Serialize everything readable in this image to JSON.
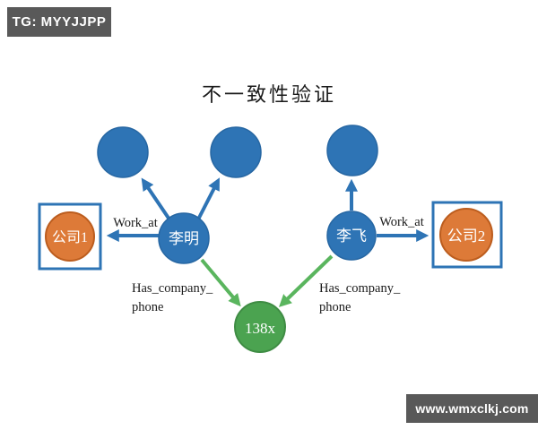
{
  "watermarks": {
    "top_left": "TG: MYYJJPP",
    "bottom_right": "www.wmxclkj.com"
  },
  "title": "不一致性验证",
  "colors": {
    "node_blue": "#2e74b5",
    "node_orange": "#dd7a38",
    "orange_border": "#bc5d1e",
    "node_green": "#4ba350",
    "edge_green": "#5ab55e",
    "company_box_border": "#2e74b5",
    "badge_background": "#595959",
    "badge_text": "#ffffff",
    "background": "#ffffff"
  },
  "graph": {
    "nodes": {
      "person1": "李明",
      "person2": "李飞",
      "company1": "公司1",
      "company2": "公司2",
      "phone": "138x"
    },
    "edge_labels": {
      "work_at_left": "Work_at",
      "work_at_right": "Work_at",
      "has_phone_left_line1": "Has_company_",
      "has_phone_left_line2": "phone",
      "has_phone_right_line1": "Has_company_",
      "has_phone_right_line2": "phone"
    }
  }
}
